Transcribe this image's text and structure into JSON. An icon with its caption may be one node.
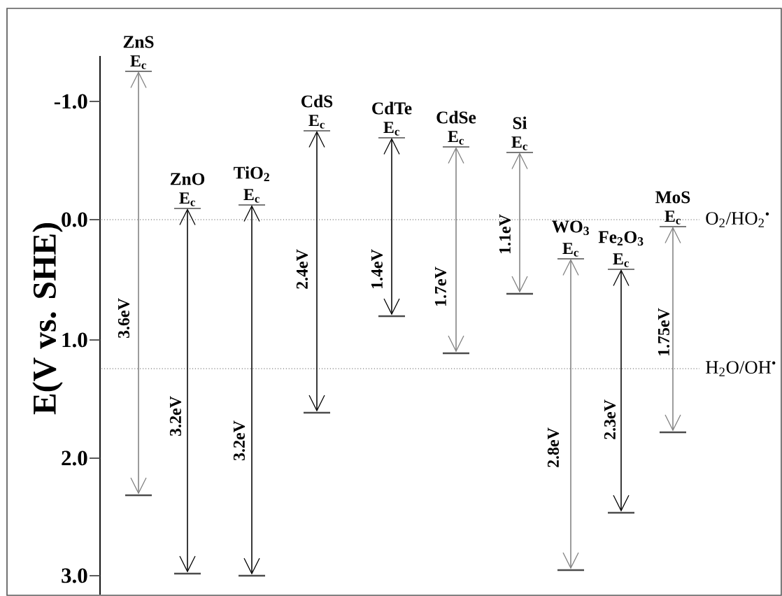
{
  "diagram": {
    "nodes": [
      {
        "text": [
          "ZnS",
          "E$_{c}$"
        ]
      },
      {
        "text": [
          "ZnO",
          "E$_{c}$"
        ]
      },
      {
        "text": [
          "TiO$_{2}$",
          "E$_{c}$"
        ]
      },
      {
        "text": [
          "CdS",
          "E$_{c}$"
        ]
      },
      {
        "text": [
          "CdTe",
          "E$_{c}$"
        ]
      },
      {
        "text": [
          "CdSe",
          "E$_{c}$"
        ]
      },
      {
        "text": [
          "Si",
          "E$_{c}$"
        ]
      },
      {
        "text": [
          "WO$_{3}$",
          "E$_{c}$"
        ]
      },
      {
        "text": [
          "Fe$_{2}$O$_{3}$",
          "E$_{c}$"
        ]
      },
      {
        "text": [
          "MoS",
          "E$_{c}$"
        ]
      },
      {
        "text": [],
        "shape": "bar"
      },
      {
        "text": [],
        "shape": "bar"
      },
      {
        "text": [],
        "shape": "bar"
      },
      {
        "text": [],
        "shape": "bar"
      },
      {
        "text": [],
        "shape": "bar"
      },
      {
        "text": [],
        "shape": "bar"
      },
      {
        "text": [],
        "shape": "bar"
      },
      {
        "text": [],
        "shape": "bar"
      },
      {
        "text": [],
        "shape": "bar"
      },
      {
        "text": [],
        "shape": "bar"
      }
    ],
    "edges": [
      {
        "from": 0,
        "to": 10,
        "arrow": "both",
        "label": "3.6eV",
        "color": "#808080"
      },
      {
        "from": 1,
        "to": 11,
        "arrow": "both",
        "label": "3.2eV",
        "color": "#000000"
      },
      {
        "from": 2,
        "to": 12,
        "arrow": "both",
        "label": "3.2eV",
        "color": "#000000"
      },
      {
        "from": 3,
        "to": 13,
        "arrow": "both",
        "label": "2.4eV",
        "color": "#000000"
      },
      {
        "from": 4,
        "to": 14,
        "arrow": "both",
        "label": "1.4eV",
        "color": "#000000"
      },
      {
        "from": 5,
        "to": 15,
        "arrow": "both",
        "label": "1.7eV",
        "color": "#808080"
      },
      {
        "from": 6,
        "to": 16,
        "arrow": "both",
        "label": "1.1eV",
        "color": "#808080"
      },
      {
        "from": 7,
        "to": 17,
        "arrow": "both",
        "label": "2.8eV",
        "color": "#808080"
      },
      {
        "from": 8,
        "to": 18,
        "arrow": "both",
        "label": "2.3eV",
        "color": "#000000"
      },
      {
        "from": 9,
        "to": 19,
        "arrow": "both",
        "label": "1.75eV",
        "color": "#808080"
      }
    ],
    "labels": [
      "-1.0",
      "0.0",
      "1.0",
      "2.0",
      "3.0",
      "E(V vs. SHE)",
      "O$_{2}$/HO$_{2}$$^{•}$",
      "H$_{2}$O/OH$^{•}$"
    ]
  }
}
